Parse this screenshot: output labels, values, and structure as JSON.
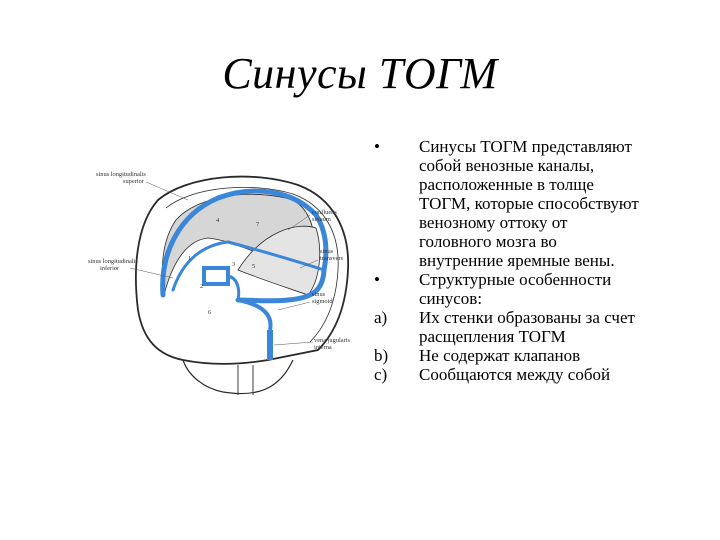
{
  "slide": {
    "title": "Синусы ТОГМ"
  },
  "figure": {
    "labels": {
      "sinus_longitudinalis_superior": [
        "sinus longitudinalis",
        "superior"
      ],
      "confluens_sinuum": [
        "confluens",
        "sinuum"
      ],
      "sinus_transversus": [
        "sinus",
        "transvers"
      ],
      "sinus_longitudinalis_inferior": [
        "sinus longitudinalis",
        "inferior"
      ],
      "sinus_sigmoideus": [
        "sinus",
        "sigmoid"
      ],
      "vena_jugularis_interna": [
        "vena jugularis",
        "interna"
      ]
    },
    "numbers": [
      "1",
      "2",
      "3",
      "4",
      "5",
      "6",
      "7"
    ],
    "colors": {
      "sinus": "#3a86d9",
      "outline": "#2a2a2a",
      "falx_fill": "#d6d6d6"
    }
  },
  "bullets": [
    {
      "marker": "•",
      "lines": [
        "Синусы ТОГМ представляют",
        "собой венозные каналы,",
        "расположенные в толще",
        "ТОГМ, которые способствуют",
        "венозному оттоку от",
        "головного мозга во",
        "внутренние яремные  вены."
      ]
    },
    {
      "marker": "•",
      "lines": [
        "Структурные особенности",
        "синусов:"
      ]
    },
    {
      "marker": "a)",
      "lines": [
        "Их стенки образованы за счет",
        "расщепления ТОГМ"
      ]
    },
    {
      "marker": "b)",
      "lines": [
        "Не содержат клапанов"
      ]
    },
    {
      "marker": "c)",
      "lines": [
        "Сообщаются между собой"
      ]
    }
  ]
}
